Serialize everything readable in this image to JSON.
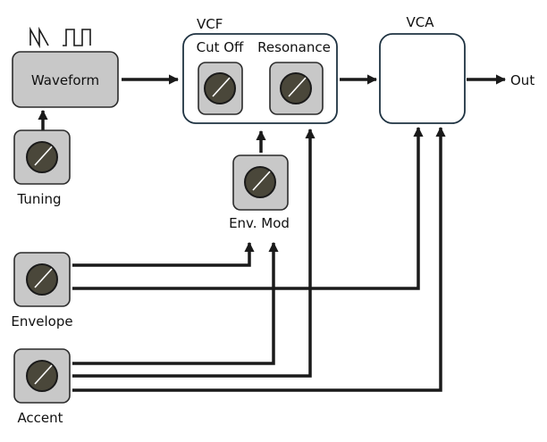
{
  "blocks": {
    "waveform": "Waveform",
    "vcf": "VCF",
    "vca": "VCA",
    "out": "Out"
  },
  "knobs": {
    "cutoff": "Cut Off",
    "resonance": "Resonance",
    "tuning": "Tuning",
    "env_mod": "Env. Mod",
    "envelope": "Envelope",
    "accent": "Accent"
  },
  "icons": {
    "sawtooth": "sawtooth-wave-icon",
    "square": "square-wave-icon",
    "knob": "knob-icon",
    "arrow": "arrowhead-icon"
  },
  "colors": {
    "wire": "#1a1a1a",
    "knob_panel": "#c8c8c8",
    "knob_body": "#4a473a",
    "block_border": "#1f3342"
  }
}
